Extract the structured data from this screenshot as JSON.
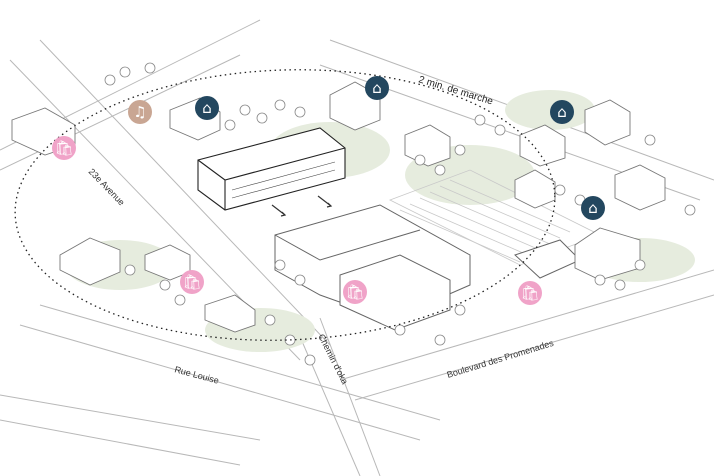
{
  "walk_radius_label": "2 min. de marche",
  "streets": {
    "avenue_23": "23e Avenue",
    "rue_louise": "Rue Louise",
    "chemin_oka": "Chemin d'oka",
    "boulevard": "Boulevard des Promenades"
  },
  "colors": {
    "residential_pin": "#23475f",
    "shopping_pin": "#f0a3c8",
    "culture_pin": "#c9a693",
    "vegetation": "#e3ebdb",
    "road_line": "#b5b5b5",
    "building_line": "#555555"
  },
  "pins": [
    {
      "kind": "shopping",
      "icon": "shopping-bag-icon",
      "glyph": "🛍"
    },
    {
      "kind": "culture",
      "icon": "music-note-icon",
      "glyph": "♫"
    },
    {
      "kind": "residential",
      "icon": "house-icon",
      "glyph": "⌂"
    },
    {
      "kind": "residential",
      "icon": "house-icon",
      "glyph": "⌂"
    },
    {
      "kind": "residential",
      "icon": "house-icon",
      "glyph": "⌂"
    },
    {
      "kind": "residential",
      "icon": "house-icon",
      "glyph": "⌂"
    },
    {
      "kind": "shopping",
      "icon": "shopping-bag-icon",
      "glyph": "🛍"
    },
    {
      "kind": "shopping",
      "icon": "shopping-bag-icon",
      "glyph": "🛍"
    },
    {
      "kind": "shopping",
      "icon": "shopping-bag-icon",
      "glyph": "🛍"
    }
  ]
}
